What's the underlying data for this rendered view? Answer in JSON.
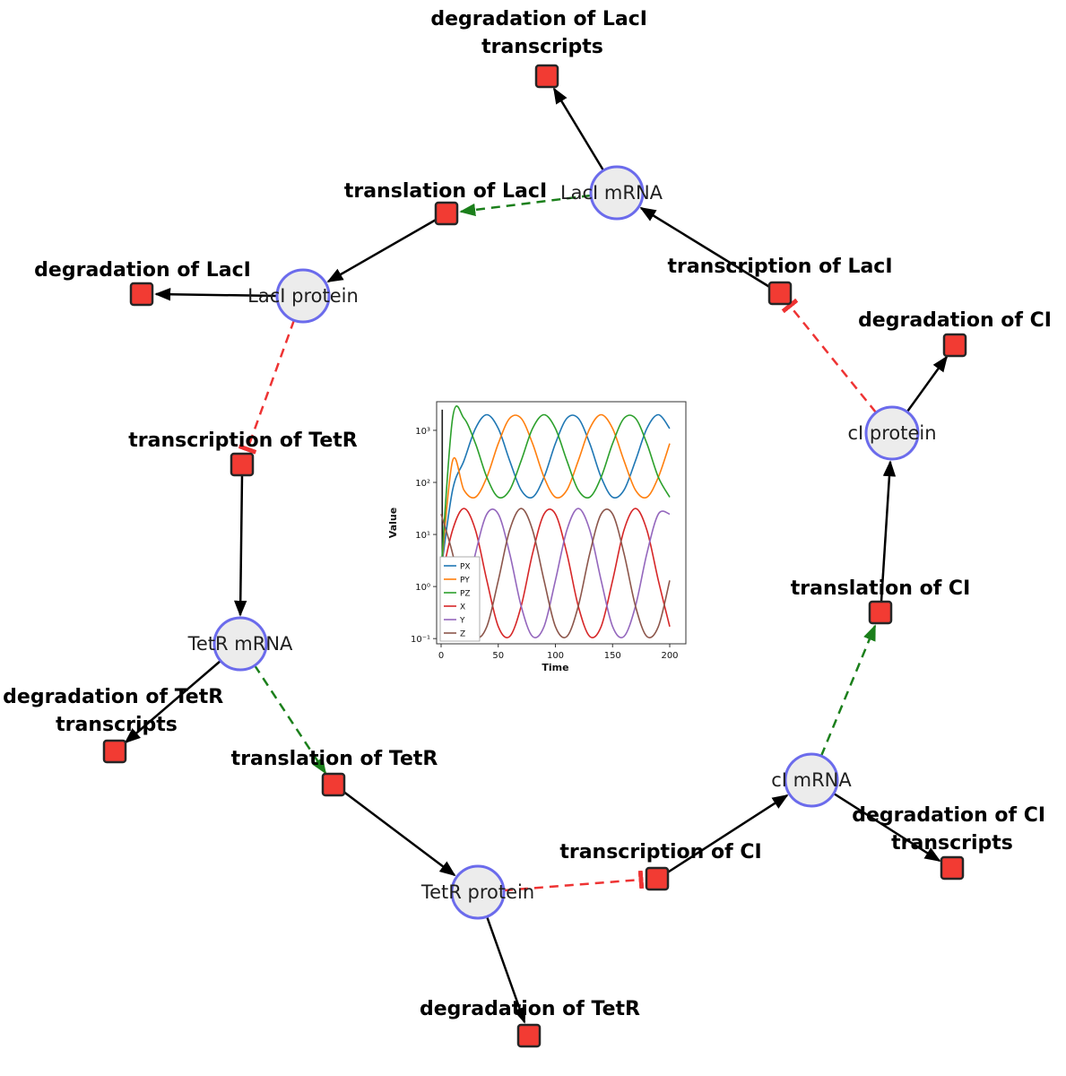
{
  "figure": {
    "kind": "gene regulatory network (repressilator) with simulation inset",
    "colors": {
      "species_fill": "#ececec",
      "species_stroke": "#6b6bec",
      "reaction_fill": "#f23b33",
      "reaction_stroke": "#262626",
      "product_edge": "#000000",
      "modifier_edge": "#1b7f1b",
      "inhibition_edge": "#ee3333"
    }
  },
  "network": {
    "species": [
      {
        "label": "LacI mRNA"
      },
      {
        "label": "LacI protein"
      },
      {
        "label": "TetR mRNA"
      },
      {
        "label": "TetR protein"
      },
      {
        "label": "cI mRNA"
      },
      {
        "label": "cI protein"
      }
    ],
    "reactions": [
      {
        "lines": [
          "degradation of LacI",
          "transcripts"
        ]
      },
      {
        "lines": [
          "translation of LacI"
        ]
      },
      {
        "lines": [
          "transcription of LacI"
        ]
      },
      {
        "lines": [
          "degradation of LacI"
        ]
      },
      {
        "lines": [
          "degradation of CI"
        ]
      },
      {
        "lines": [
          "transcription of TetR"
        ]
      },
      {
        "lines": [
          "translation of CI"
        ]
      },
      {
        "lines": [
          "degradation of TetR",
          "transcripts"
        ]
      },
      {
        "lines": [
          "translation of TetR"
        ]
      },
      {
        "lines": [
          "transcription of CI"
        ]
      },
      {
        "lines": [
          "degradation of CI",
          "transcripts"
        ]
      },
      {
        "lines": [
          "degradation of TetR"
        ]
      }
    ],
    "edges": [
      {
        "source": "LacI mRNA",
        "target": "degradation of LacI transcripts",
        "type": "reactant"
      },
      {
        "source": "translation of LacI",
        "target": "LacI protein",
        "type": "product"
      },
      {
        "source": "transcription of LacI",
        "target": "LacI mRNA",
        "type": "product"
      },
      {
        "source": "LacI protein",
        "target": "degradation of LacI",
        "type": "reactant"
      },
      {
        "source": "cI protein",
        "target": "degradation of CI",
        "type": "reactant"
      },
      {
        "source": "transcription of TetR",
        "target": "TetR mRNA",
        "type": "product"
      },
      {
        "source": "TetR mRNA",
        "target": "degradation of TetR transcripts",
        "type": "reactant"
      },
      {
        "source": "translation of TetR",
        "target": "TetR protein",
        "type": "product"
      },
      {
        "source": "TetR protein",
        "target": "degradation of TetR",
        "type": "reactant"
      },
      {
        "source": "transcription of CI",
        "target": "cI mRNA",
        "type": "product"
      },
      {
        "source": "cI mRNA",
        "target": "degradation of CI transcripts",
        "type": "reactant"
      },
      {
        "source": "translation of CI",
        "target": "cI protein",
        "type": "product"
      },
      {
        "source": "LacI mRNA",
        "target": "translation of LacI",
        "type": "modifier"
      },
      {
        "source": "TetR mRNA",
        "target": "translation of TetR",
        "type": "modifier"
      },
      {
        "source": "cI mRNA",
        "target": "translation of CI",
        "type": "modifier"
      },
      {
        "source": "LacI protein",
        "target": "transcription of TetR",
        "type": "inhibition"
      },
      {
        "source": "cI protein",
        "target": "transcription of LacI",
        "type": "inhibition"
      },
      {
        "source": "TetR protein",
        "target": "transcription of CI",
        "type": "inhibition"
      }
    ]
  },
  "chart_data": {
    "type": "line",
    "title": "",
    "xlabel": "Time",
    "ylabel": "Value",
    "x_scale": "linear",
    "y_scale": "log",
    "xlim": [
      -10,
      212
    ],
    "ylim": [
      0.08,
      3500
    ],
    "xticks": [
      0,
      50,
      100,
      150,
      200
    ],
    "ytick_exponents": [
      -1,
      0,
      1,
      2,
      3
    ],
    "ytick_labels": [
      "10⁻¹",
      "10⁰",
      "10¹",
      "10²",
      "10³"
    ],
    "legend_position": "center left",
    "grid": false,
    "transient_line": {
      "x": 1,
      "y_from": 0.1,
      "y_to": 2500,
      "color": "#222222"
    },
    "x": [
      0,
      10,
      20,
      30,
      40,
      50,
      60,
      70,
      80,
      90,
      100,
      110,
      120,
      130,
      140,
      150,
      160,
      170,
      180,
      190,
      200
    ],
    "series": [
      {
        "name": "PX",
        "color": "#1f77b4",
        "values": [
          2,
          71,
          261,
          1084,
          1995,
          1084,
          261,
          71,
          52,
          126,
          558,
          1702,
          1702,
          558,
          126,
          52,
          71,
          261,
          1084,
          1995,
          1084
        ]
      },
      {
        "name": "PY",
        "color": "#ff7f0e",
        "values": [
          2,
          261,
          71,
          52,
          126,
          558,
          1702,
          1702,
          558,
          126,
          52,
          71,
          261,
          1084,
          1995,
          1084,
          261,
          71,
          52,
          126,
          558
        ]
      },
      {
        "name": "PZ",
        "color": "#2ca02c",
        "values": [
          2,
          1702,
          1702,
          558,
          126,
          52,
          71,
          261,
          1084,
          1995,
          1084,
          261,
          71,
          52,
          126,
          558,
          1702,
          1702,
          558,
          126,
          52
        ]
      },
      {
        "name": "X",
        "color": "#d62728",
        "values": [
          1.31,
          12.2,
          31.6,
          12.2,
          1.31,
          0.17,
          0.11,
          0.42,
          4.3,
          24.7,
          24.7,
          4.3,
          0.42,
          0.11,
          0.17,
          1.31,
          12.2,
          31.6,
          12.2,
          1.31,
          0.17
        ]
      },
      {
        "name": "Y",
        "color": "#9467bd",
        "values": [
          0.17,
          0.11,
          0.42,
          4.3,
          24.7,
          24.7,
          4.3,
          0.42,
          0.11,
          0.17,
          1.31,
          12.2,
          31.6,
          12.2,
          1.31,
          0.17,
          0.11,
          0.42,
          4.3,
          24.7,
          24.7
        ]
      },
      {
        "name": "Z",
        "color": "#8c564b",
        "values": [
          24.7,
          4.3,
          0.42,
          0.11,
          0.17,
          1.31,
          12.2,
          31.6,
          12.2,
          1.31,
          0.17,
          0.11,
          0.42,
          4.3,
          24.7,
          24.7,
          4.3,
          0.42,
          0.11,
          0.17,
          1.31
        ]
      }
    ]
  }
}
